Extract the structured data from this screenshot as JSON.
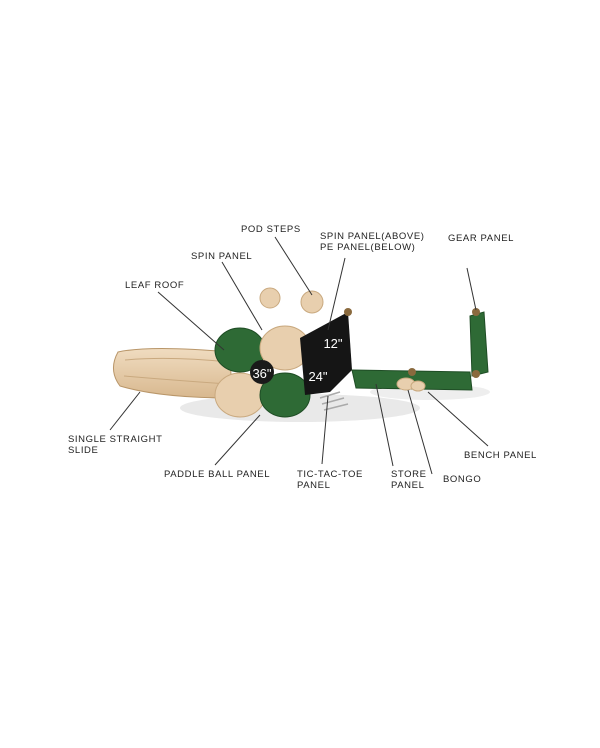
{
  "callouts": {
    "pod_steps": "POD STEPS",
    "spin_panel_above_line1": "SPIN PANEL(ABOVE)",
    "spin_panel_above_line2": "PE PANEL(BELOW)",
    "gear_panel": "GEAR PANEL",
    "spin_panel": "SPIN PANEL",
    "leaf_roof": "LEAF ROOF",
    "single_slide_line1": "SINGLE STRAIGHT",
    "single_slide_line2": "SLIDE",
    "paddle_ball_panel": "PADDLE BALL PANEL",
    "tic_tac_toe_line1": "TIC-TAC-TOE",
    "tic_tac_toe_line2": "PANEL",
    "store_line1": "STORE",
    "store_line2": "PANEL",
    "bongo": "BONGO",
    "bench_panel": "BENCH PANEL"
  },
  "dimensions": {
    "deck_36": "36\"",
    "deck_12": "12\"",
    "deck_24": "24\""
  },
  "colors": {
    "tan": "#e8cfae",
    "tan_dark": "#c9a97f",
    "green": "#2e6a35",
    "green_dark": "#1f4d25",
    "black_panel": "#151515",
    "leader": "#333333"
  }
}
